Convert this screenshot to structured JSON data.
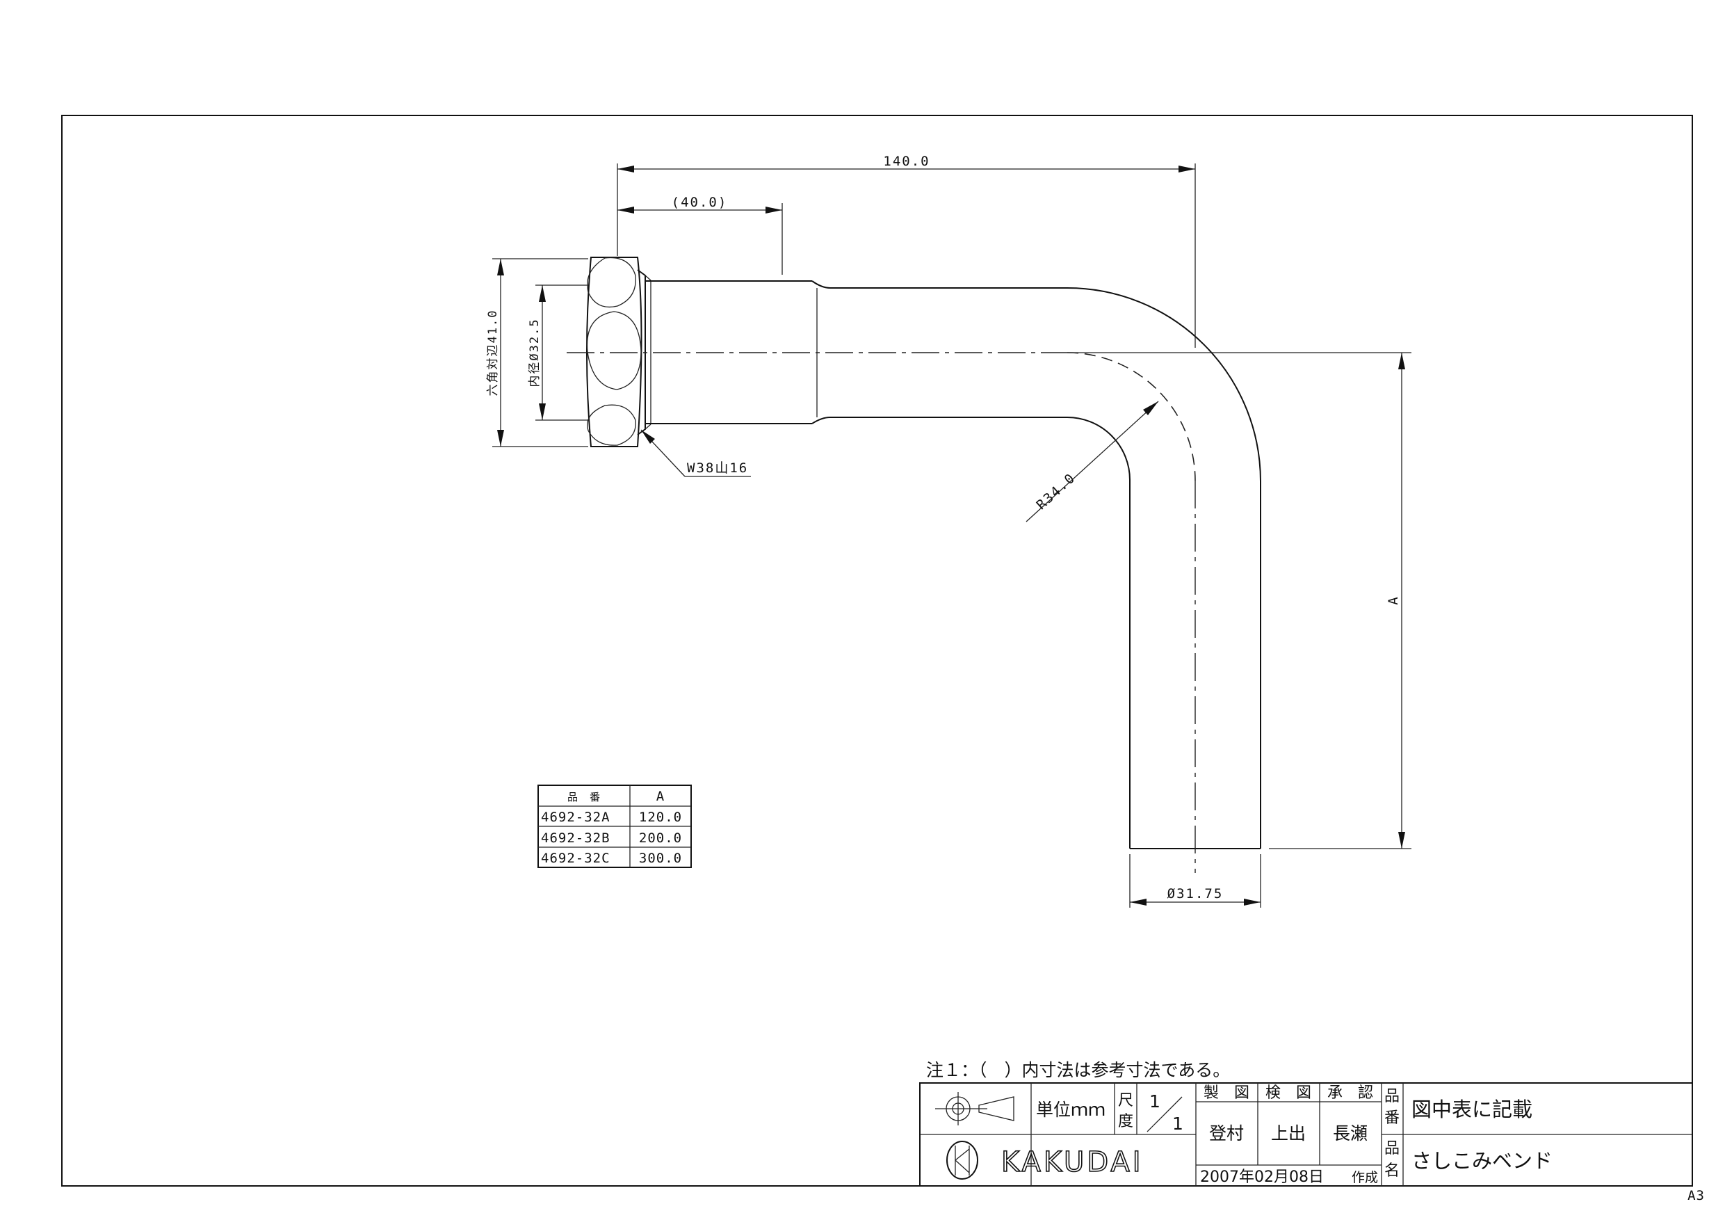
{
  "dimensions": {
    "overall_length": "140.0",
    "nut_length": "(40.0)",
    "hex_across_flats": "六角対辺41.0",
    "inner_diameter": "内径Ø32.5",
    "thread": "W38山16",
    "bend_radius": "R34.0",
    "length_a": "A",
    "pipe_diameter": "Ø31.75"
  },
  "parts_table": {
    "headers": [
      "品　番",
      "A"
    ],
    "rows": [
      {
        "part_no": "4692-32A",
        "a": "120.0"
      },
      {
        "part_no": "4692-32B",
        "a": "200.0"
      },
      {
        "part_no": "4692-32C",
        "a": "300.0"
      }
    ]
  },
  "title_block": {
    "note": "注１：（　）内寸法は参考寸法である。",
    "unit": "単位ｍｍ",
    "scale_label_1": "尺",
    "scale_label_2": "度",
    "scale_num": "1",
    "scale_den": "1",
    "drawn_label": "製　図",
    "checked_label": "検　図",
    "approved_label": "承　認",
    "drawn_by": "登村",
    "checked_by": "上出",
    "approved_by": "長瀬",
    "date": "2007年02月08日",
    "created": "作成",
    "part_no_label_1": "品",
    "part_no_label_2": "番",
    "part_no_value": "図中表に記載",
    "name_label_1": "品",
    "name_label_2": "名",
    "part_name": "さしこみベンド",
    "company": "KAKUDAI",
    "sheet_size": "A3"
  }
}
